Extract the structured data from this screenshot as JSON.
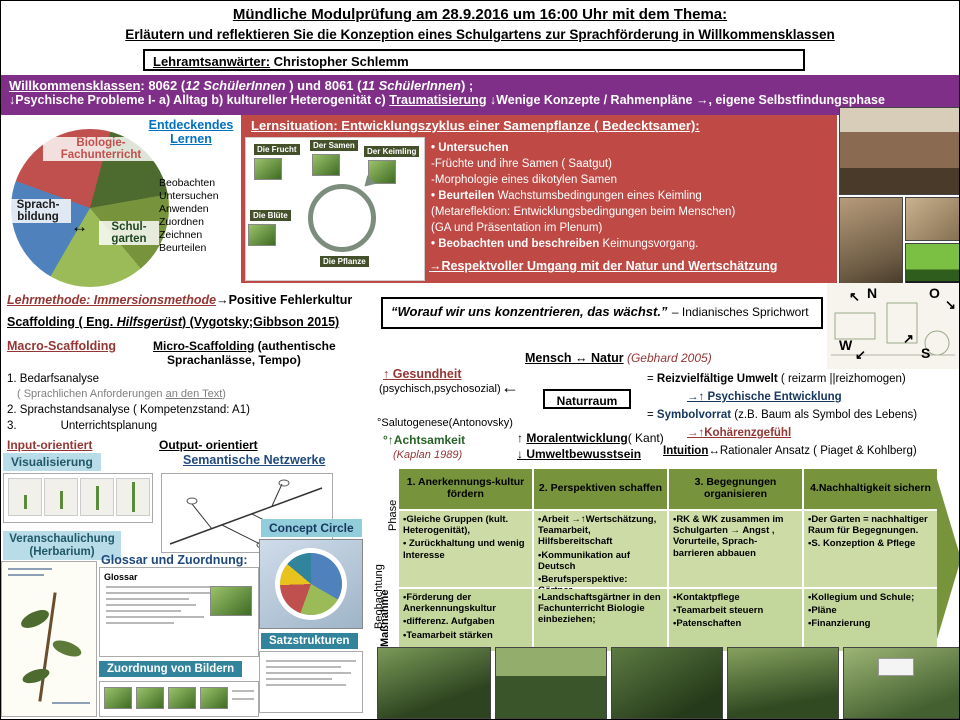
{
  "header": {
    "line1": "Mündliche Modulprüfung am 28.9.2016 um 16:00 Uhr mit dem Thema:",
    "line2": "Erläutern und reflektieren Sie die Konzeption eines Schulgartens zur Sprachförderung in Willkommensklassen",
    "examinee_label": "Lehramtsanwärter:",
    "examinee_name": " Christopher Schlemm"
  },
  "banner": {
    "l1_u": "Willkommensklassen",
    "l1_a": ": 8062  (",
    "l1_i1": "12 SchülerInnen",
    "l1_b": " ) und 8061  (",
    "l1_i2": "11 SchülerInnen",
    "l1_c": ") ;",
    "l2_a": "↓Psychische Probleme I- a) Alltag b) kultureller Heterogenität c) ",
    "l2_u": "Traumatisierung",
    "l2_b": "   ↓Wenige Konzepte / Rahmenpläne →, eigene Selbstfindungsphase"
  },
  "pie": {
    "heading": "Entdeckendes Lernen",
    "label_bio": "Biologie-Fachunterricht",
    "label_sprach": "Sprach-bildung",
    "arrow": "↔",
    "label_garten": "Schul-garten",
    "methods": [
      "Beobachten",
      "Untersuchen",
      "Anwenden",
      "Zuordnen",
      "Zeichnen",
      "Beurteilen"
    ],
    "colors": {
      "bio": "#c0504d",
      "sprach": "#4f81bd",
      "garten": "#9bbb59",
      "lernen": "#4e6b2f"
    }
  },
  "lernsituation": {
    "title": "Lernsituation: Entwicklungszyklus einer Samenpflanze ( Bedecktsamer):",
    "cycle": [
      "Die Frucht",
      "Der Samen",
      "Der Keimling",
      "Die Blüte",
      "Die Pflanze"
    ],
    "b1_bold": "• Untersuchen",
    "b2": "-Früchte und ihre Samen ( Saatgut)",
    "b3": "-Morphologie  eines dikotylen Samen",
    "b4_bold": "• Beurteilen",
    "b4_rest": " Wachstumsbedingungen  eines Keimling",
    "b5": "(Metareflektion: Entwicklungsbedingungen  beim Menschen)",
    "b6": " (GA und Präsentation im Plenum)",
    "b7_bold": "• Beobachten und beschreiben",
    "b7_rest": " Keimungsvorgang.",
    "conclusion": "→Respektvoller Umgang  mit der Natur und Wertschätzung"
  },
  "methods": {
    "lehrmethode_u": "Lehrmethode: Immersionsmethode",
    "lehrmethode_rest": "→Positive Fehlerkultur",
    "scaffolding_a": "Scaffolding ( Eng. ",
    "scaffolding_i": "Hilfsgerüst",
    "scaffolding_b": ") (Vygotsky;Gibbson 2015)",
    "macro": "Macro-Scaffolding",
    "micro": "Micro-Scaffolding",
    "micro_rest": " (authentische",
    "micro_rest2": "Sprachanlässe, Tempo)",
    "item1": "1. Bedarfsanalyse",
    "item1b_pre": "( Sprachlichen Anforderungen  ",
    "item1b_u": "an den Text",
    "item1b_post": ")",
    "item2": "2. Sprachstandsanalyse ( Kompetenzstand: A1)",
    "item3_num": "3.",
    "item3": "Unterrichtsplanung",
    "input": "Input-orientiert",
    "output": "Output- orientiert",
    "visualisierung": "Visualisierung",
    "semantische": "Semantische Netzwerke",
    "veranschaulichung": "Veranschaulichung",
    "herbarium": "(Herbarium)",
    "glossar_label": "Glossar und Zuordnung:",
    "glossar_box_title": "Glossar",
    "concept_circle": "Concept Circle",
    "satzstrukturen": "Satzstrukturen",
    "zuordnung": "Zuordnung von Bildern"
  },
  "quote": {
    "text": "“Worauf wir uns konzentrieren, das wächst.”",
    "attribution": "– Indianisches Sprichwort"
  },
  "concept": {
    "mensch_natur": "Mensch ↔ Natur",
    "gebhard": "  (Gebhard 2005)",
    "gesundheit": "↑ Gesundheit",
    "gesundheit_sub": "(psychisch,psychosozial)",
    "naturraum": "Naturraum",
    "reiz_eq": "= ",
    "reiz_b": "Reizvielfältige Umwelt",
    "reiz_rest": " ( reizarm ||reizhomogen)",
    "psych_entwicklung": "→↑ Psychische Entwicklung",
    "symbol_eq": "= ",
    "symbol_b": "Symbolvorrat",
    "symbol_rest": " (z.B. Baum als Symbol des Lebens)",
    "kohaerenz": "→↑Kohärenzgefühl",
    "salutogenese": "°Salutogenese(Antonovsky)",
    "achtsamkeit": "°↑Achtsamkeit",
    "kaplan": "(Kaplan 1989)",
    "moral_pre": "↑ ",
    "moral_b": "Moralentwicklung",
    "moral_rest": "( Kant)",
    "umwelt": "↓ Umweltbewusstsein",
    "intuition": "Intuition",
    "intuition_rest": "↔Rationaler Ansatz ( Piaget & Kohlberg)",
    "arrow_left": "←"
  },
  "compass": {
    "n": "N",
    "o": "O",
    "w": "W",
    "s": "S",
    "a_nw": "↖",
    "a_ne": "↗",
    "a_sw": "↙",
    "a_se": "↘"
  },
  "table": {
    "headers": [
      "1. Anerkennungs-kultur fördern",
      "2. Perspektiven schaffen",
      "3. Begegnungen organisieren",
      "4.Nachhaltigkeit sichern"
    ],
    "row1": [
      [
        "•Gleiche Gruppen (kult. Heterogenität),",
        "• Zurückhaltung und wenig Interesse"
      ],
      [
        "•Arbeit →↑Wertschätzung, Teamarbeit, Hilfsbereitschaft",
        "•Kommunikation auf Deutsch",
        "•Berufsperspektive: Gärtner"
      ],
      [
        "•RK &  WK zusammen im Schulgarten → Angst , Vorurteile, Sprach-barrieren abbauen"
      ],
      [
        "•Der Garten = nachhaltiger Raum für Begegnungen.",
        "•S. Konzeption & Pflege"
      ]
    ],
    "row2": [
      [
        "•Förderung der Anerkennungskultur",
        "•differenz. Aufgaben",
        "•Teamarbeit stärken"
      ],
      [
        "•Landschaftsgärtner in den Fachunterricht Biologie einbeziehen;"
      ],
      [
        "•Kontaktpflege",
        "•Teamarbeit steuern",
        "•Patenschaften"
      ],
      [
        "•Kollegium und Schule;",
        "•Pläne",
        "•Finanzierung"
      ]
    ],
    "side_phase": "Phase",
    "side_beobachtung": "Beobachtung",
    "side_massnahme": "Maßnahme"
  }
}
